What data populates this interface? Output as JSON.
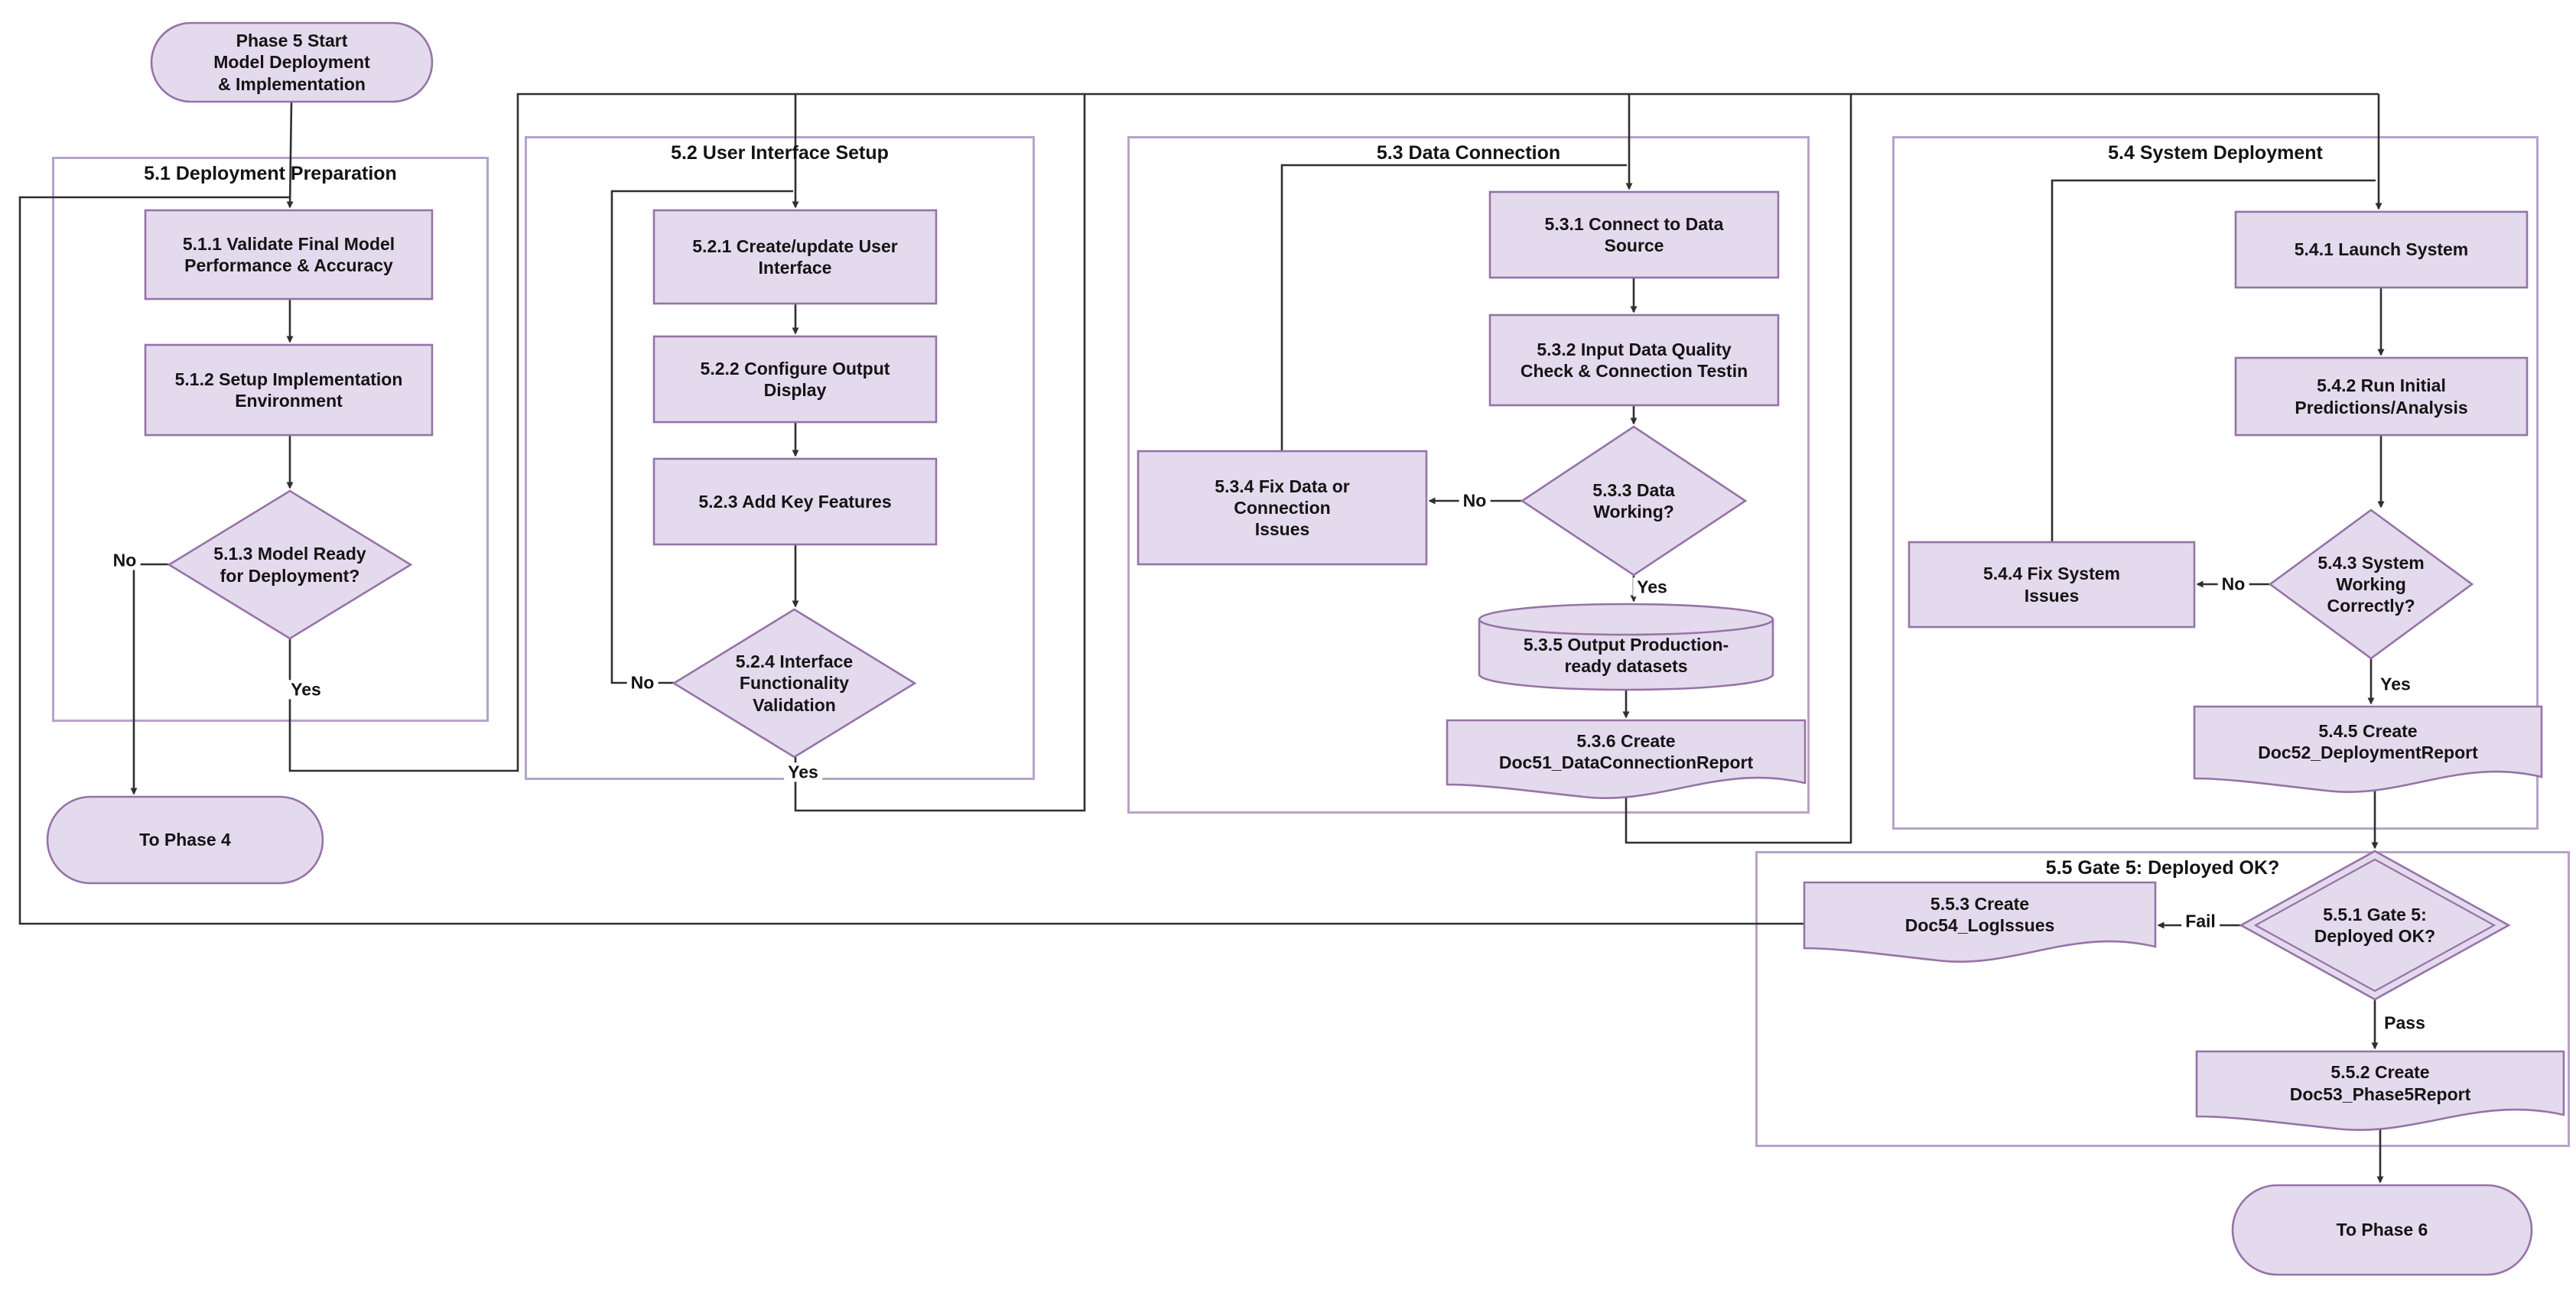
{
  "colors": {
    "node_fill": "#e4daee",
    "node_stroke": "#9673a6",
    "container_stroke": "#b7a3c9",
    "connector": "#2f2f2f",
    "text": "#141414"
  },
  "containers": {
    "c51": {
      "title": "5.1 Deployment Preparation"
    },
    "c52": {
      "title": "5.2 User Interface Setup"
    },
    "c53": {
      "title": "5.3 Data Connection"
    },
    "c54": {
      "title": "5.4 System Deployment"
    },
    "c55": {
      "title": "5.5 Gate 5: Deployed OK?"
    }
  },
  "nodes": {
    "start": {
      "label": "Phase 5 Start\nModel Deployment\n& Implementation",
      "type": "terminator"
    },
    "p511": {
      "label": "5.1.1 Validate Final Model\nPerformance & Accuracy",
      "type": "process"
    },
    "p512": {
      "label": "5.1.2 Setup Implementation\nEnvironment",
      "type": "process"
    },
    "p513": {
      "label": "5.1.3 Model Ready\nfor Deployment?",
      "type": "decision"
    },
    "to_phase4": {
      "label": "To Phase 4",
      "type": "terminator"
    },
    "p521": {
      "label": "5.2.1 Create/update User\nInterface",
      "type": "process"
    },
    "p522": {
      "label": "5.2.2 Configure Output\nDisplay",
      "type": "process"
    },
    "p523": {
      "label": "5.2.3 Add Key Features",
      "type": "process"
    },
    "p524": {
      "label": "5.2.4 Interface\nFunctionality\nValidation",
      "type": "decision"
    },
    "p531": {
      "label": "5.3.1 Connect to Data\nSource",
      "type": "process"
    },
    "p532": {
      "label": "5.3.2 Input Data Quality\nCheck & Connection Testin",
      "type": "process"
    },
    "p533": {
      "label": "5.3.3 Data\nWorking?",
      "type": "decision"
    },
    "p534": {
      "label": "5.3.4 Fix Data or\nConnection\nIssues",
      "type": "process"
    },
    "p535": {
      "label": "5.3.5 Output Production-\nready datasets",
      "type": "datastore"
    },
    "p536": {
      "label": "5.3.6 Create\nDoc51_DataConnectionReport",
      "type": "document"
    },
    "p541": {
      "label": "5.4.1 Launch System",
      "type": "process"
    },
    "p542": {
      "label": "5.4.2 Run Initial\nPredictions/Analysis",
      "type": "process"
    },
    "p543": {
      "label": "5.4.3 System\nWorking\nCorrectly?",
      "type": "decision"
    },
    "p544": {
      "label": "5.4.4 Fix System\nIssues",
      "type": "process"
    },
    "p545": {
      "label": "5.4.5 Create\nDoc52_DeploymentReport",
      "type": "document"
    },
    "p551": {
      "label": "5.5.1 Gate 5:\nDeployed OK?",
      "type": "gate-decision"
    },
    "p553": {
      "label": "5.5.3 Create\nDoc54_LogIssues",
      "type": "document"
    },
    "p552": {
      "label": "5.5.2 Create\nDoc53_Phase5Report",
      "type": "document"
    },
    "to_phase6": {
      "label": "To Phase 6",
      "type": "terminator"
    }
  },
  "edge_labels": {
    "no1": "No",
    "yes1": "Yes",
    "no2": "No",
    "yes2": "Yes",
    "no3": "No",
    "yes3": "Yes",
    "no4": "No",
    "yes4": "Yes",
    "fail": "Fail",
    "pass": "Pass"
  }
}
